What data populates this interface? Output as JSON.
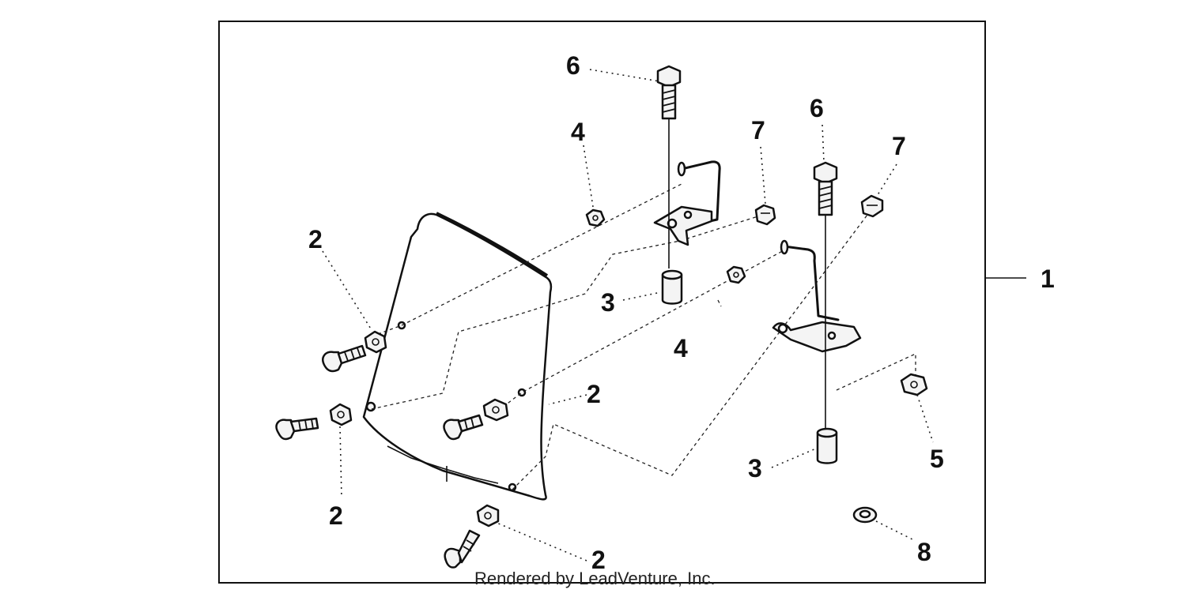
{
  "diagram": {
    "callouts": [
      {
        "id": "c1",
        "text": "1"
      },
      {
        "id": "c2a",
        "text": "2"
      },
      {
        "id": "c2b",
        "text": "2"
      },
      {
        "id": "c2c",
        "text": "2"
      },
      {
        "id": "c2d",
        "text": "2"
      },
      {
        "id": "c3a",
        "text": "3"
      },
      {
        "id": "c3b",
        "text": "3"
      },
      {
        "id": "c4a",
        "text": "4"
      },
      {
        "id": "c4b",
        "text": "4"
      },
      {
        "id": "c5",
        "text": "5"
      },
      {
        "id": "c6a",
        "text": "6"
      },
      {
        "id": "c6b",
        "text": "6"
      },
      {
        "id": "c7a",
        "text": "7"
      },
      {
        "id": "c7b",
        "text": "7"
      },
      {
        "id": "c8",
        "text": "8"
      }
    ],
    "footer": "Rendered by LeadVenture, Inc."
  }
}
